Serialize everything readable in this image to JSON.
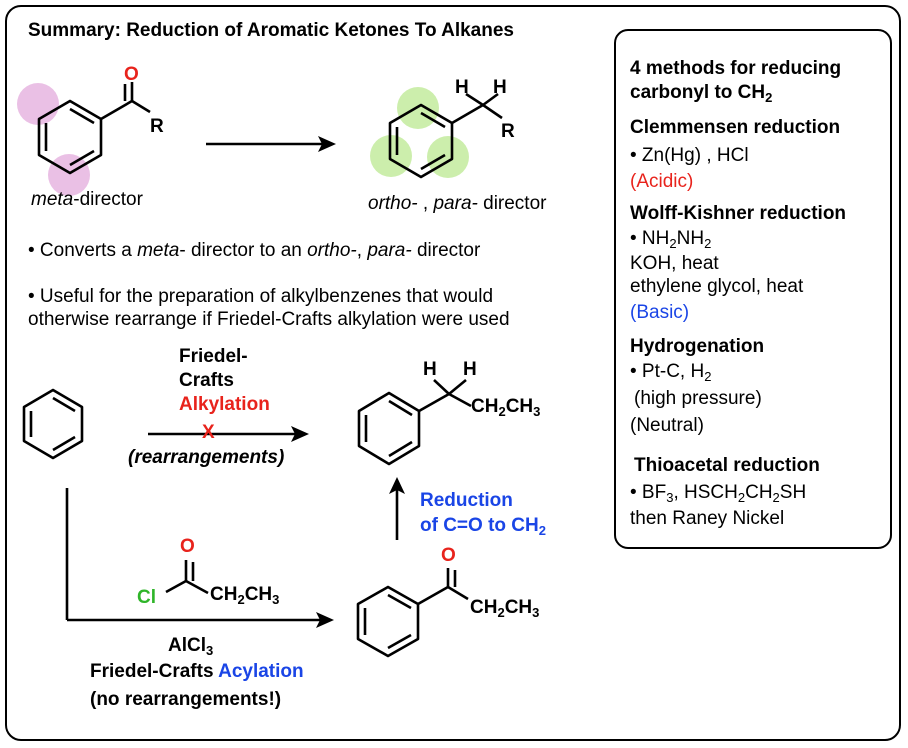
{
  "title": "Summary: Reduction of Aromatic Ketones To Alkanes",
  "top_scheme": {
    "left_caption_italic": "meta",
    "left_caption_rest": "-director",
    "right_caption_ortho": "ortho-",
    "right_caption_sep": " , ",
    "right_caption_para": "para-",
    "right_caption_rest": " director",
    "atom_o": "O",
    "atom_r": "R",
    "atom_h": "H"
  },
  "bullets": {
    "b1_a": "• Converts a ",
    "b1_meta": "meta",
    "b1_b": "- director to an ",
    "b1_ortho": "ortho-",
    "b1_c": ", ",
    "b1_para": "para-",
    "b1_d": " director",
    "b2_line1": "• Useful for the preparation of alkylbenzenes that would",
    "b2_line2": "otherwise rearrange if Friedel-Crafts alkylation were used"
  },
  "alkylation": {
    "line1": "Friedel-",
    "line2": "Crafts",
    "line3": "Alkylation",
    "blocked_mark": "X",
    "note": "(rearrangements)"
  },
  "product": {
    "h": "H",
    "ch2": "CH",
    "ch2_sub": "2",
    "ch3": "CH",
    "ch3_sub": "3"
  },
  "reduction": {
    "line1": "Reduction",
    "line2_prefix": "of C=O to CH",
    "line2_sub": "2"
  },
  "acyl_chloride": {
    "o": "O",
    "cl": "Cl"
  },
  "ketone": {
    "o": "O"
  },
  "acylation": {
    "reagent": "AlCl",
    "reagent_sub": "3",
    "name_black": "Friedel-Crafts ",
    "name_blue": "Acylation",
    "note": "(no rearrangements!)"
  },
  "sidebar": {
    "heading_line1": "4 methods for reducing",
    "heading_line2_prefix": "carbonyl to CH",
    "heading_line2_sub": "2",
    "methods": [
      {
        "name": "Clemmensen reduction",
        "lines": [
          "• Zn(Hg) , HCl"
        ],
        "condition": "(Acidic)"
      },
      {
        "name": "Wolff-Kishner reduction",
        "lines": [
          "KOH, heat",
          "ethylene glycol, heat"
        ],
        "condition": "(Basic)"
      },
      {
        "name": "Hydrogenation",
        "lines": [
          "(high pressure)"
        ],
        "condition": "(Neutral)"
      },
      {
        "name": "Thioacetal reduction",
        "lines": [
          "then Raney Nickel"
        ],
        "condition": ""
      }
    ],
    "wk_reagent": {
      "a": "• NH",
      "a_sub": "2",
      "b": "NH",
      "b_sub": "2"
    },
    "hyd_reagent": {
      "a": "• Pt-C, H",
      "a_sub": "2"
    },
    "thio_reagent": {
      "a": "• BF",
      "a_sub": "3",
      "b": ", HSCH",
      "b_sub": "2",
      "c": "CH",
      "c_sub": "2",
      "d": "SH"
    }
  },
  "colors": {
    "red": "#e8231c",
    "blue": "#1a45e6",
    "green": "#2fb529",
    "meta_highlight": "#e6b5e0",
    "ortho_para_highlight": "#c6eca3"
  }
}
